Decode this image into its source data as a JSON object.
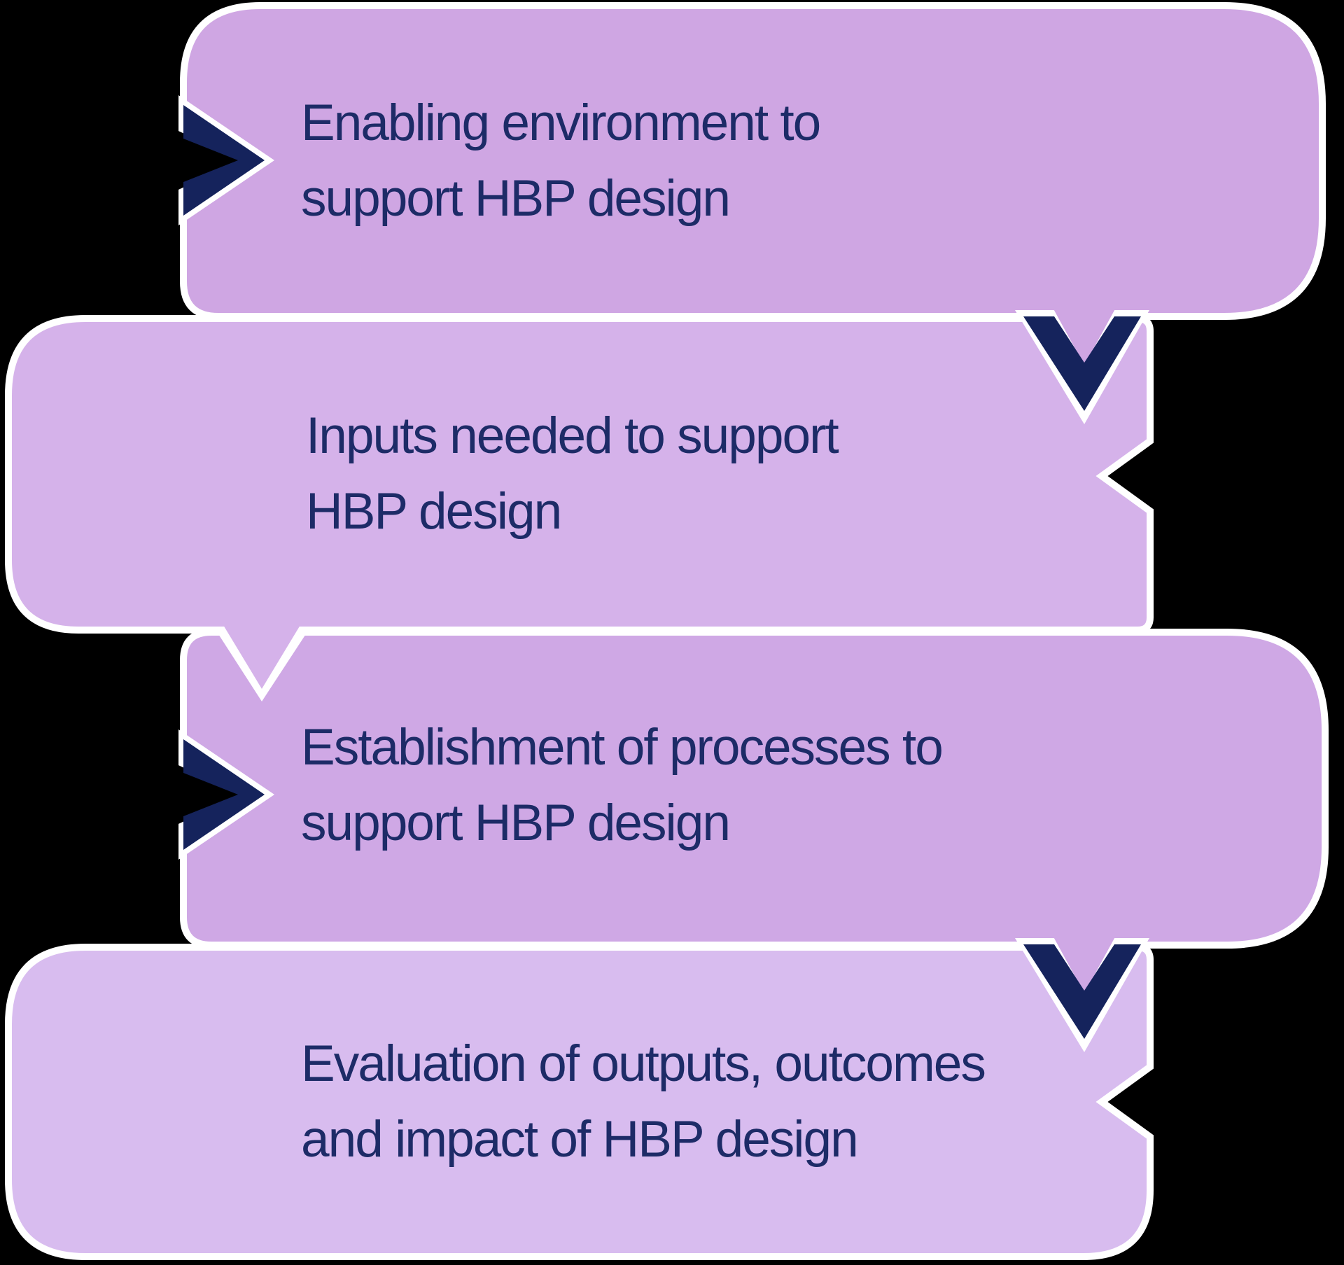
{
  "diagram": {
    "background_color": "#000000",
    "outline_color": "#ffffff",
    "chevron_color": "#15235c",
    "text_color": "#1d2b67",
    "icons": {
      "chevron_right": {
        "name": "chevron-right-icon",
        "glyph": "❯"
      },
      "chevron_down": {
        "name": "chevron-down-icon",
        "glyph": "⌄"
      }
    },
    "steps": [
      {
        "id": "enabling-environment",
        "fill": "#cfa6e3",
        "label": "Enabling environment to support HBP design",
        "lines": [
          "Enabling environment to",
          "support HBP design"
        ]
      },
      {
        "id": "inputs",
        "fill": "#d5b2ea",
        "label": "Inputs needed to support HBP design",
        "lines": [
          "Inputs needed to support",
          "HBP design"
        ]
      },
      {
        "id": "processes",
        "fill": "#cfa8e5",
        "label": "Establishment of processes to support HBP design",
        "lines": [
          "Establishment of processes to",
          "support HBP design"
        ]
      },
      {
        "id": "evaluation",
        "fill": "#d8bcef",
        "label": "Evaluation of outputs, outcomes and impact of HBP design",
        "lines": [
          "Evaluation of outputs, outcomes",
          "and impact of HBP design"
        ]
      }
    ]
  }
}
